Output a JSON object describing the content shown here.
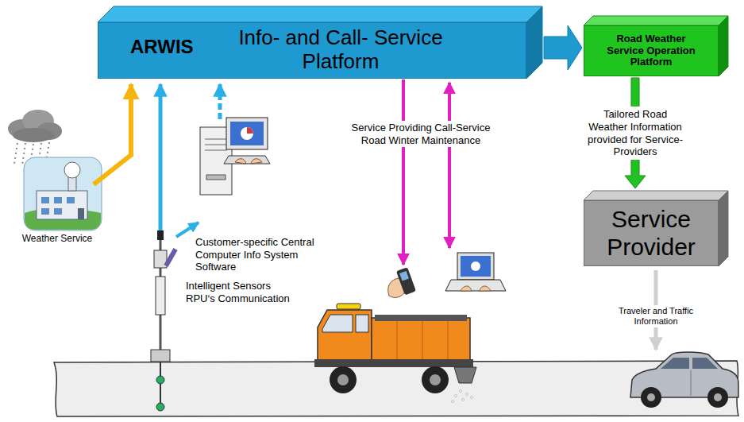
{
  "diagram": {
    "nodes": [
      {
        "text": [
          "ARWIS",
          "Info- and Call- Service Platform"
        ]
      },
      {
        "text": [
          "Road Weather Service Operation Platform"
        ]
      },
      {
        "text": [
          "Service Provider"
        ]
      }
    ],
    "edges": [
      {
        "from": 0,
        "to": 1,
        "arrow": "to"
      },
      {
        "from": 1,
        "to": 2,
        "arrow": "to",
        "label": "Tailored Road Weather Information provided for Service-Providers"
      }
    ],
    "labels": [
      "Weather Service",
      "Service Providing Call-Service Road Winter Maintenance",
      "Customer-specific Central Computer Info System Software",
      "Intelligent Sensors RPU‘s Communication",
      "Traveler and Traffic Information"
    ]
  }
}
